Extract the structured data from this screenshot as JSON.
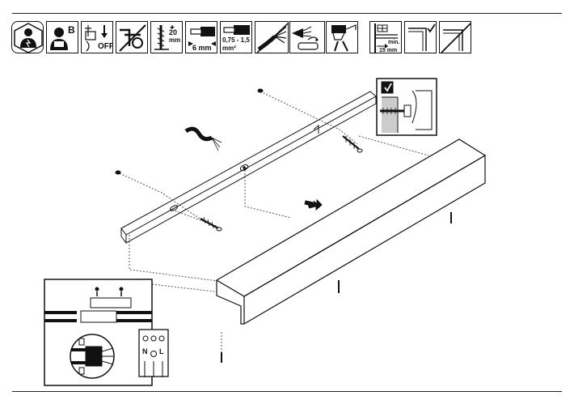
{
  "icons": [
    {
      "name": "electrician-helmet-icon"
    },
    {
      "name": "person-class-b-icon",
      "label": "B"
    },
    {
      "name": "power-off-icon",
      "label": "OFF"
    },
    {
      "name": "drill-pliers-icon"
    },
    {
      "name": "drill-bit-depth-icon",
      "label": "20",
      "unit": "mm"
    },
    {
      "name": "strip-length-icon",
      "label": "6 mm"
    },
    {
      "name": "wire-cross-section-icon",
      "label": "0,75 - 1,5",
      "unit": "mm²"
    },
    {
      "name": "no-stripping-cutter-icon"
    },
    {
      "name": "ferrule-crimp-icon"
    },
    {
      "name": "crimp-tool-icon"
    },
    {
      "name": "min-distance-icon",
      "label": "min.",
      "unit": "15 mm"
    },
    {
      "name": "corner-mount-ok-icon"
    },
    {
      "name": "flush-mount-not-allowed-icon"
    }
  ],
  "detail": {
    "check_mark": "✓",
    "terminal_n": "N",
    "terminal_l": "L"
  }
}
